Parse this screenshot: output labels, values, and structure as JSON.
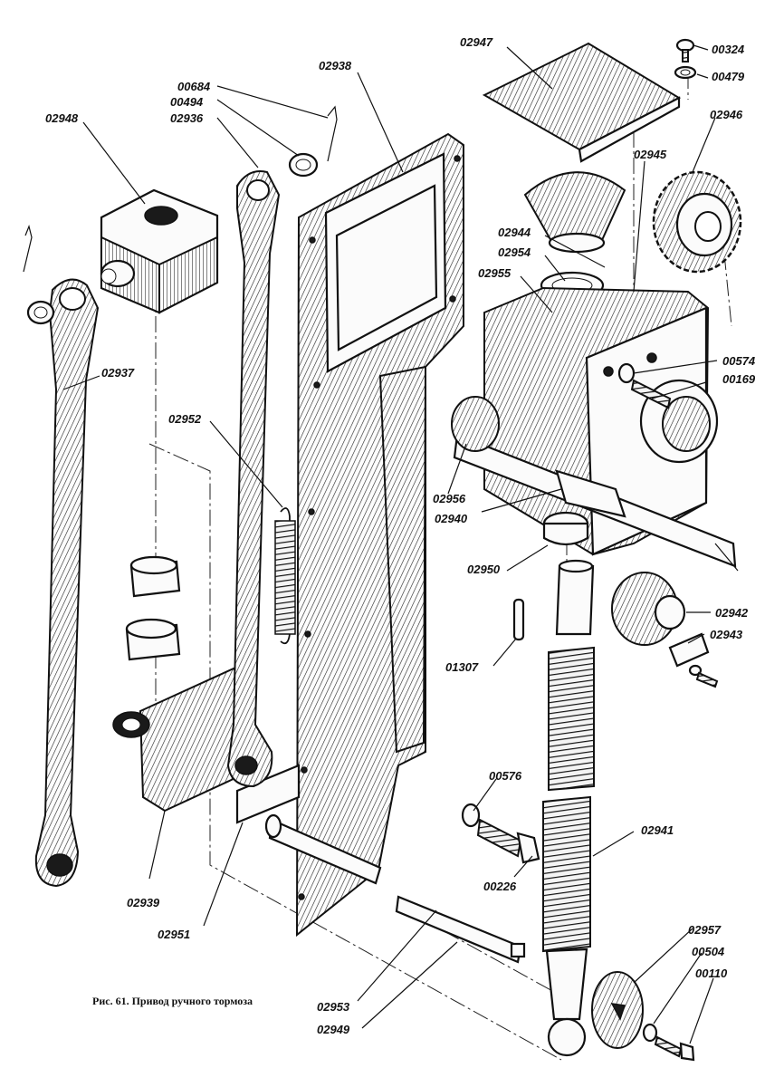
{
  "caption": "Рис. 61. Привод ручного тормоза",
  "labels": {
    "p00684": "00684",
    "p00494": "00494",
    "p02936": "02936",
    "p02938": "02938",
    "p02948": "02948",
    "p02947": "02947",
    "p00324": "00324",
    "p00479": "00479",
    "p02946": "02946",
    "p02945": "02945",
    "p02944": "02944",
    "p02954": "02954",
    "p02955": "02955",
    "p00574": "00574",
    "p00169": "00169",
    "p02937": "02937",
    "p02952": "02952",
    "p02956": "02956",
    "p02940": "02940",
    "p02950": "02950",
    "p02942": "02942",
    "p02943": "02943",
    "p01307": "01307",
    "p00576": "00576",
    "p02941": "02941",
    "p00226": "00226",
    "p02939": "02939",
    "p02951": "02951",
    "p02957": "02957",
    "p00504": "00504",
    "p00110": "00110",
    "p02953": "02953",
    "p02949": "02949"
  }
}
